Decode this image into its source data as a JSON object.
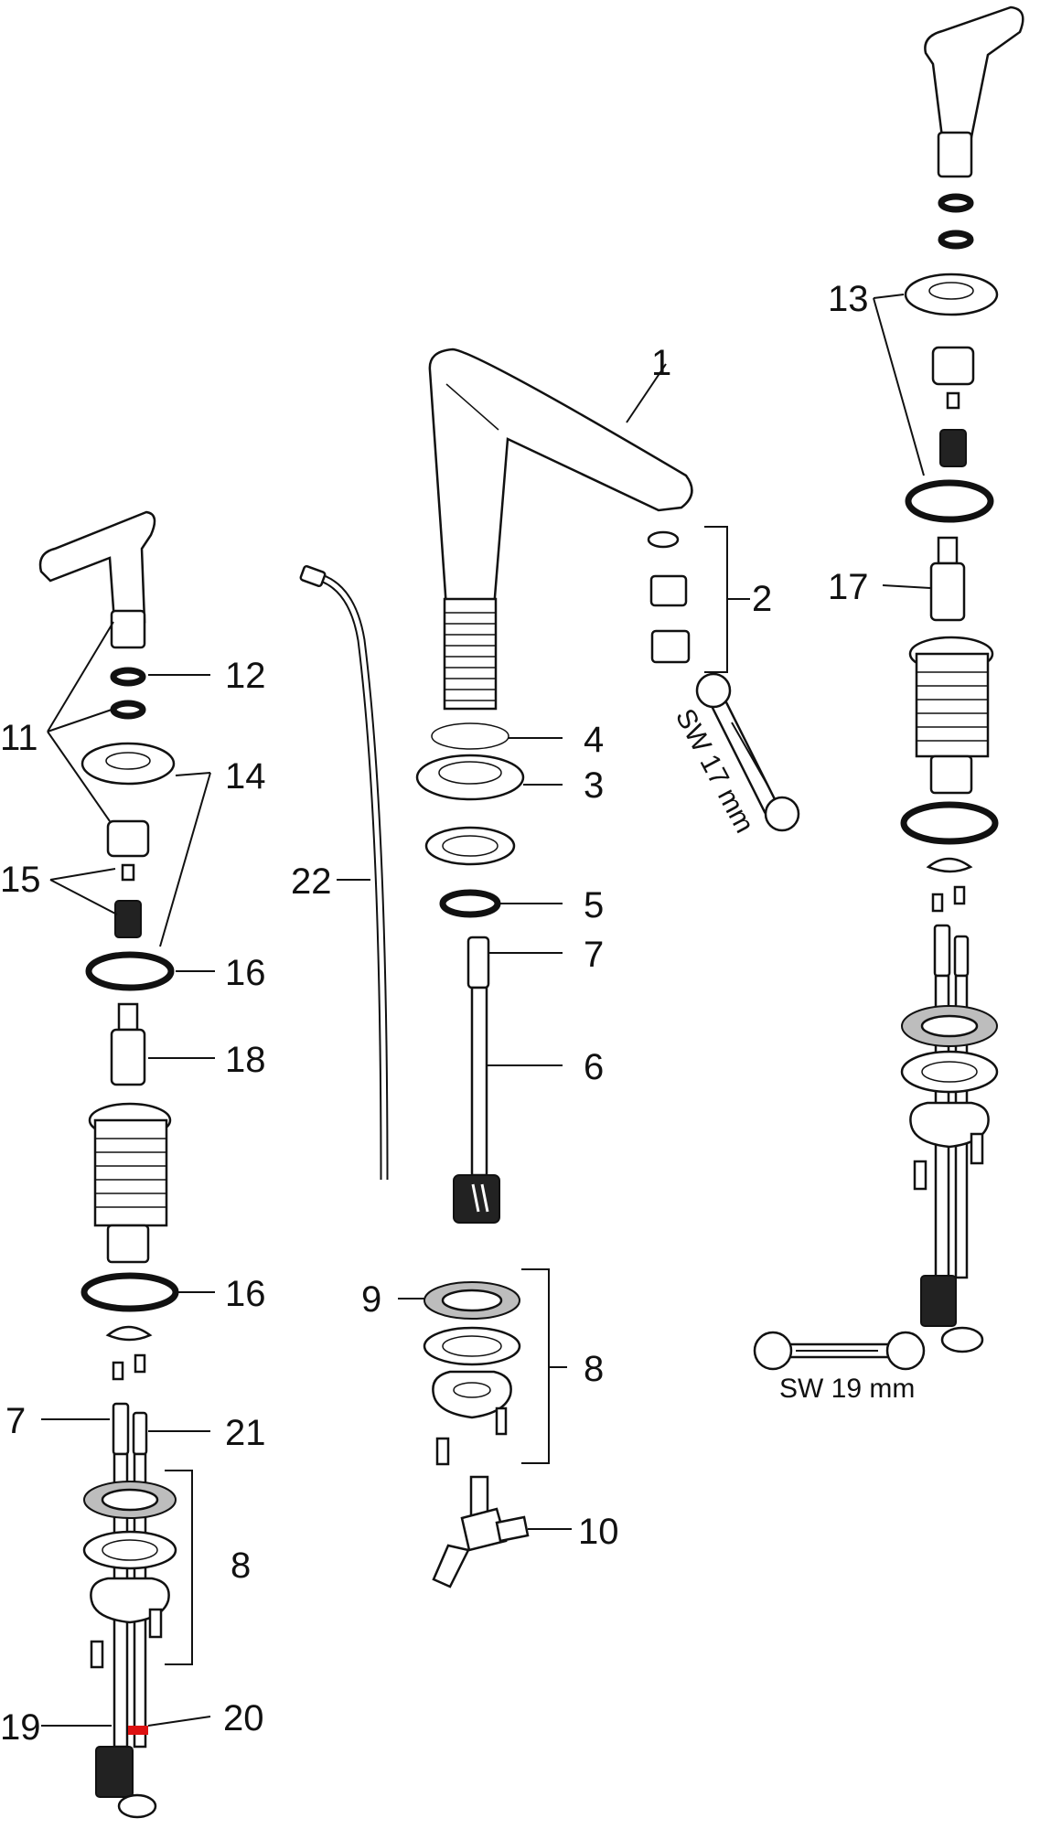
{
  "labels": {
    "l1": "1",
    "l2": "2",
    "l3": "3",
    "l4": "4",
    "l5": "5",
    "l6": "6",
    "l7a": "7",
    "l7b": "7",
    "l8a": "8",
    "l8b": "8",
    "l9": "9",
    "l10": "10",
    "l11": "11",
    "l12": "12",
    "l13": "13",
    "l14": "14",
    "l15": "15",
    "l16a": "16",
    "l16b": "16",
    "l17": "17",
    "l18": "18",
    "l19": "19",
    "l20": "20",
    "l21": "21",
    "l22": "22"
  },
  "annotations": {
    "wrench_17": "SW 17 mm",
    "wrench_19": "SW 19 mm"
  }
}
